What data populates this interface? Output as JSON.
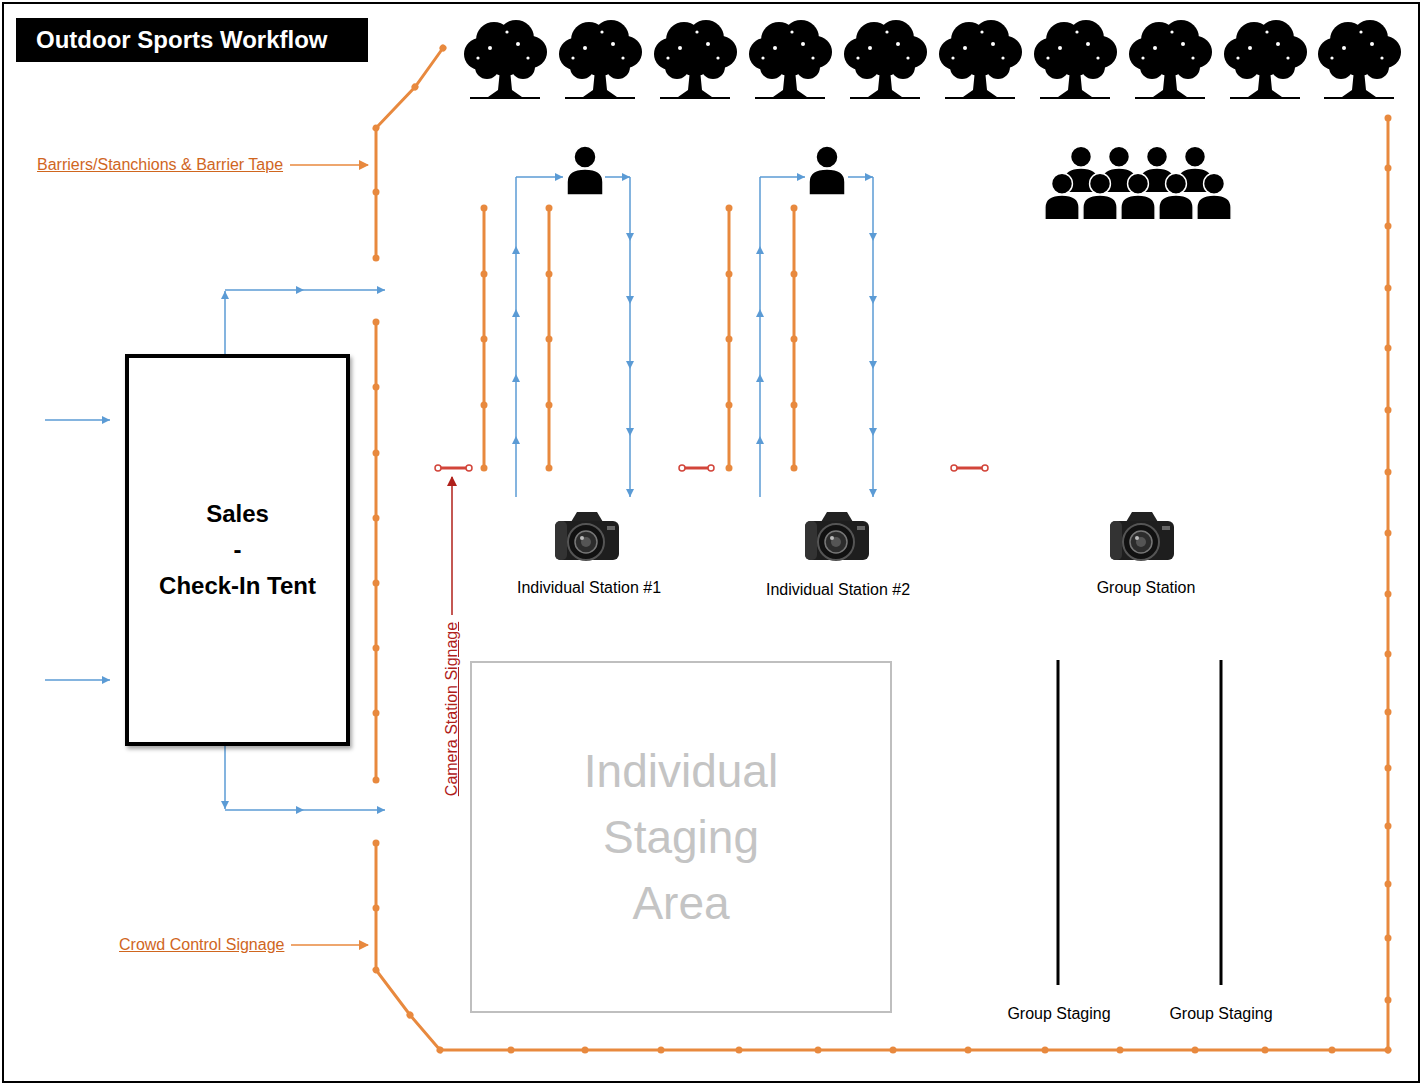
{
  "diagram": {
    "title": "Outdoor Sports Workflow",
    "nodes": [
      {
        "text": [
          "Sales",
          "-",
          "Check-In Tent"
        ]
      },
      {
        "text": [
          "Individual Staging Area"
        ]
      }
    ],
    "labels": [
      "Barriers/Stanchions & Barrier Tape",
      "Individual Station #1",
      "Individual Station #2",
      "Group Station",
      "Camera Station Signage",
      "Crowd Control Signage",
      "Group Staging",
      "Group Staging"
    ]
  }
}
